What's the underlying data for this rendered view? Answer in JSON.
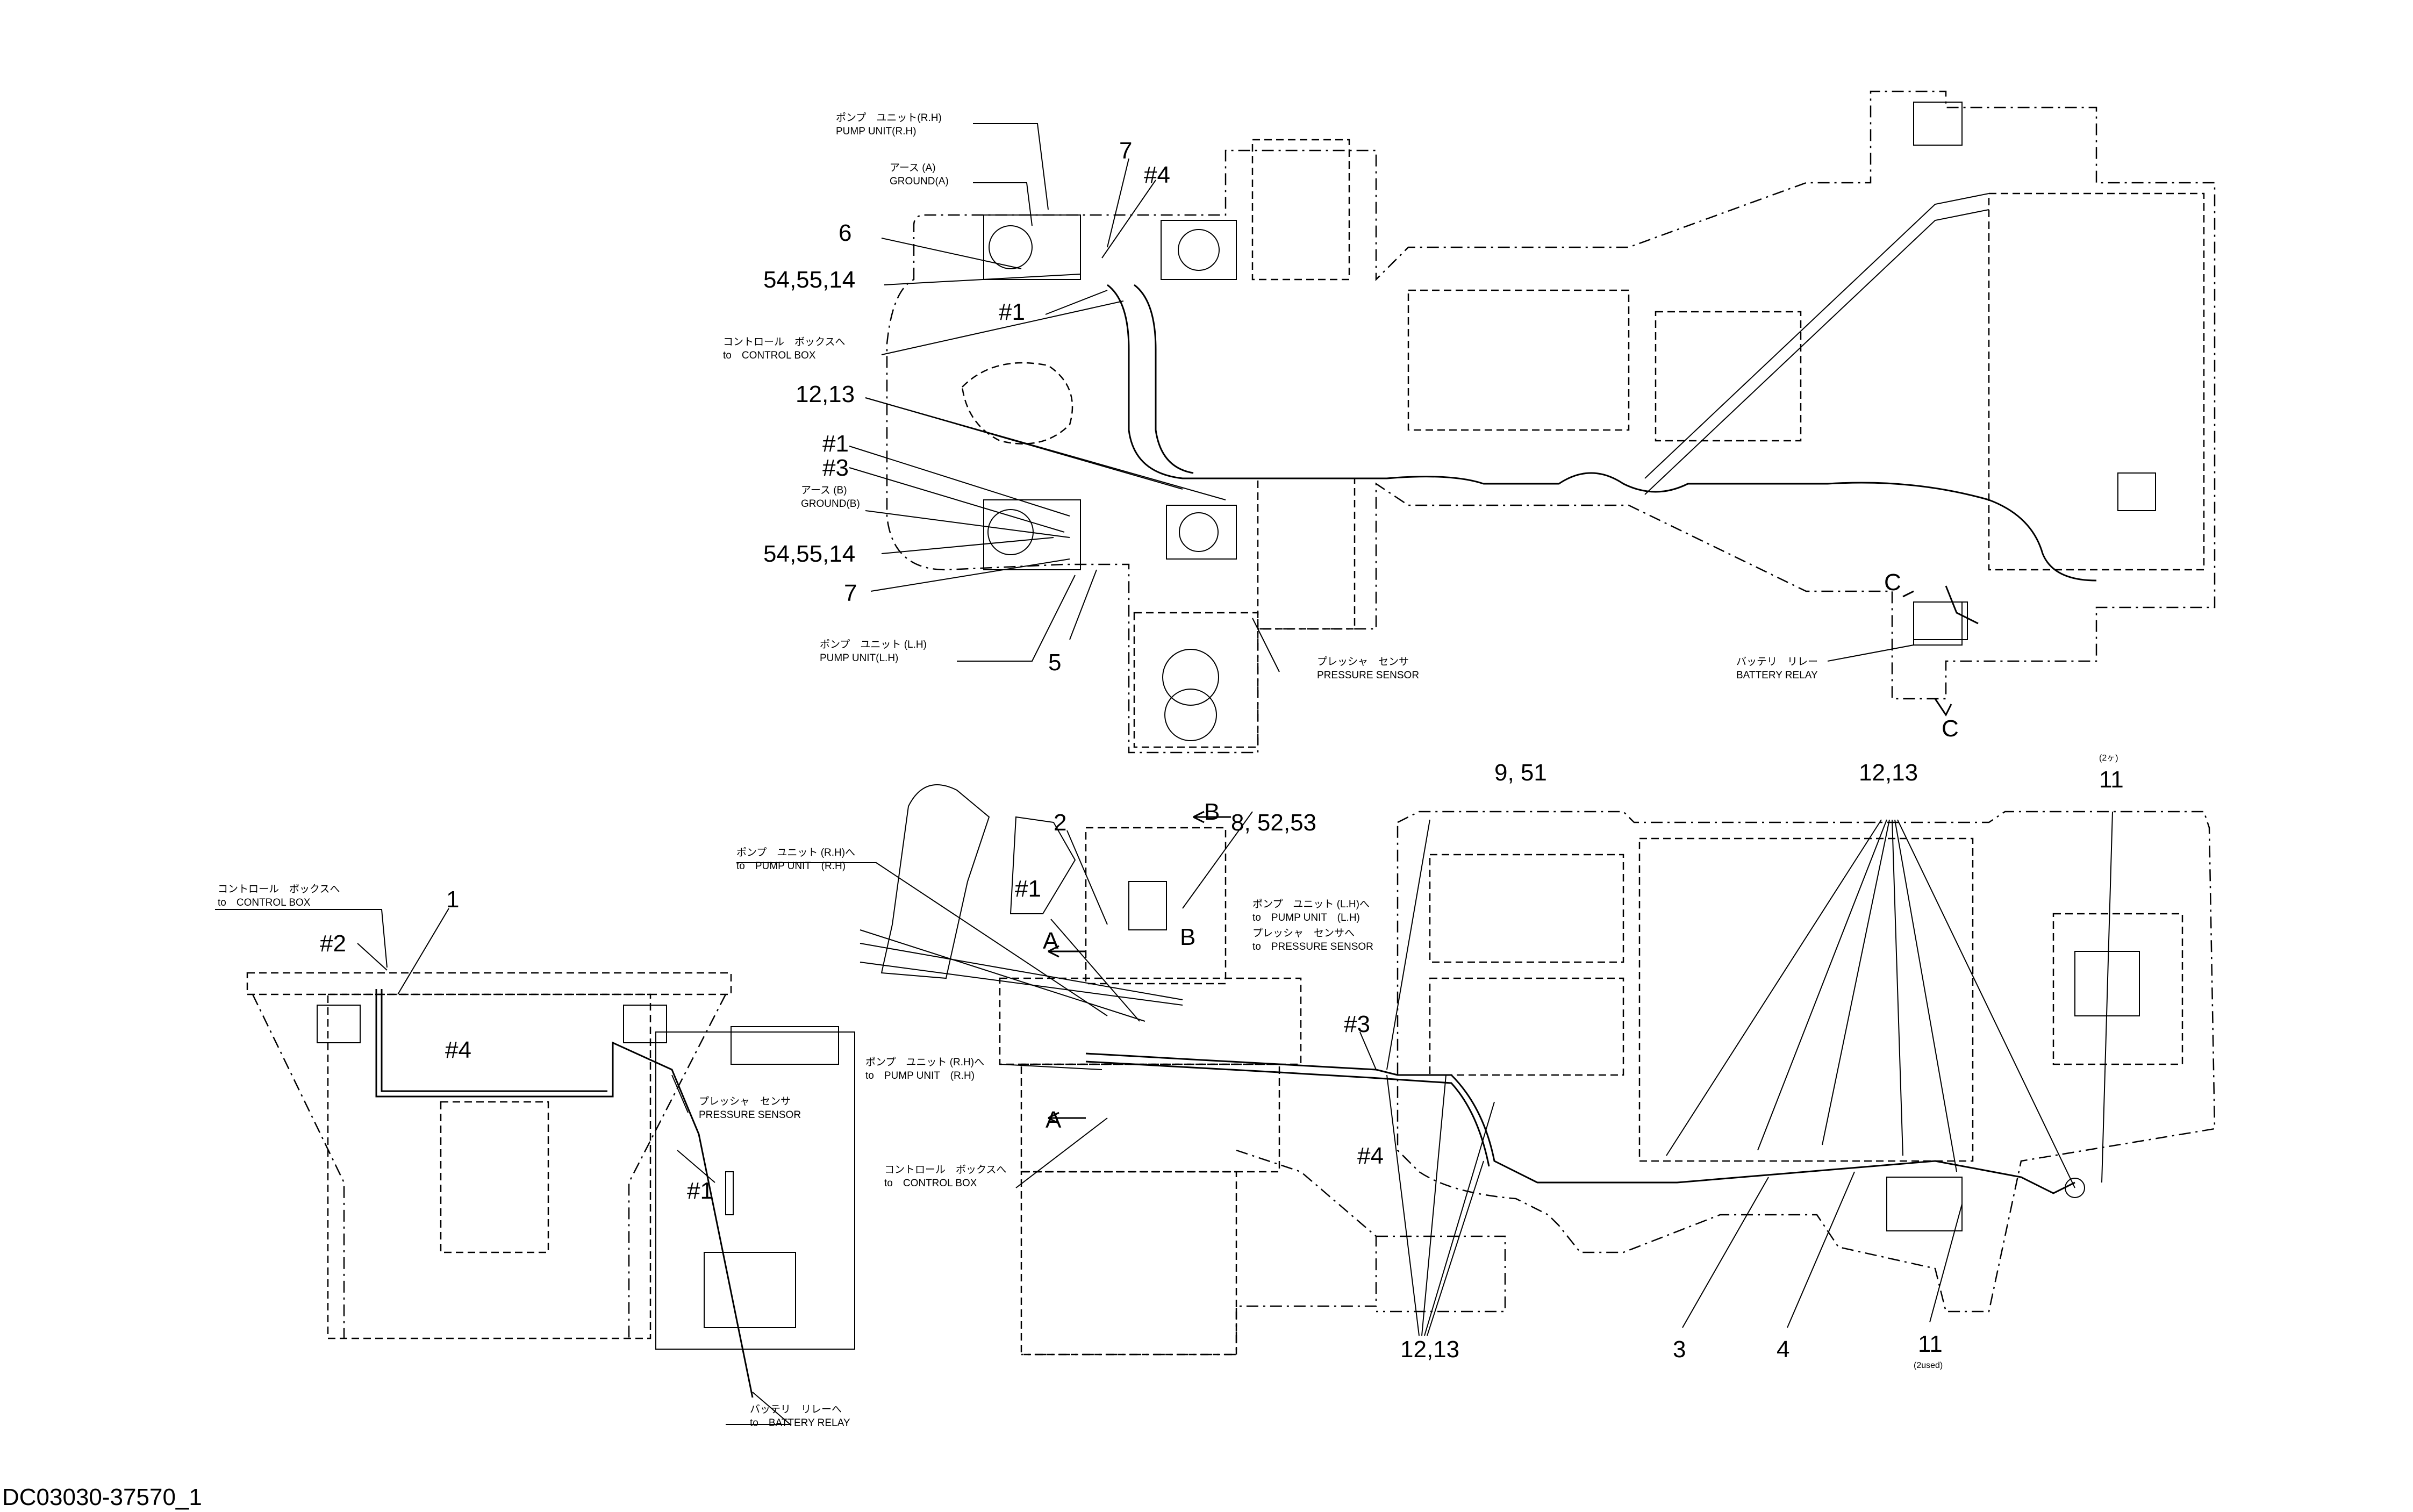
{
  "drawing_code": "DC03030-37570_1",
  "top_view": {
    "pump_unit_rh": [
      "ポンプ　ユニット(R.H)",
      "PUMP UNIT(R.H)"
    ],
    "ground_a": [
      "アース (A)",
      "GROUND(A)"
    ],
    "to_control_box": [
      "コントロール　ボックスへ",
      "to　CONTROL BOX"
    ],
    "ground_b": [
      "アース (B)",
      "GROUND(B)"
    ],
    "pump_unit_lh": [
      "ポンプ　ユニット (L.H)",
      "PUMP UNIT(L.H)"
    ],
    "pressure_sensor": [
      "プレッシャ　センサ",
      "PRESSURE SENSOR"
    ],
    "battery_relay": [
      "バッテリ　リレー",
      "BATTERY RELAY"
    ],
    "callouts": {
      "c7_top": "7",
      "c4_top": "#4",
      "c6": "6",
      "c545514_top": "54,55,14",
      "c1_top": "#1",
      "c1213_top": "12,13",
      "c1_mid": "#1",
      "c3_mid": "#3",
      "c545514_bot": "54,55,14",
      "c7_bot": "7",
      "c5": "5",
      "sec_c_upper": "C",
      "sec_c_lower": "C"
    }
  },
  "front_view": {
    "to_control_box": [
      "コントロール　ボックスへ",
      "to　CONTROL BOX"
    ],
    "pressure_sensor": [
      "プレッシャ　センサ",
      "PRESSURE SENSOR"
    ],
    "to_battery_relay": [
      "バッテリ　リレーへ",
      "to　BATTERY RELAY"
    ],
    "callouts": {
      "c1": "1",
      "c2hash": "#2",
      "c4hash": "#4",
      "c1hash": "#1"
    }
  },
  "side_view": {
    "to_pump_unit_rh_a": [
      "ポンプ　ユニット (R.H)へ",
      "to　PUMP UNIT　(R.H)"
    ],
    "to_pump_unit_lh": [
      "ポンプ　ユニット (L.H)へ",
      "to　PUMP UNIT　(L.H)"
    ],
    "to_pressure_sensor": [
      "プレッシャ　センサへ",
      "to　PRESSURE SENSOR"
    ],
    "to_pump_unit_rh_b": [
      "ポンプ　ユニット (R.H)へ",
      "to　PUMP UNIT　(R.H)"
    ],
    "to_control_box": [
      "コントロール　ボックスへ",
      "to　CONTROL BOX"
    ],
    "qty_2ke": "(2ヶ)",
    "qty_2used": "(2used)",
    "callouts": {
      "c2": "2",
      "c8": "8, 52,53",
      "c951": "9, 51",
      "c1213_top": "12,13",
      "c11_top": "11",
      "c1hash": "#1",
      "c3hash": "#3",
      "c4hash": "#4",
      "c1213_bot": "12,13",
      "c3": "3",
      "c4": "4",
      "c11_bot": "11",
      "view_a_top": "A",
      "view_a_bot": "A",
      "view_b_top": "B",
      "view_b_mid": "B"
    }
  }
}
